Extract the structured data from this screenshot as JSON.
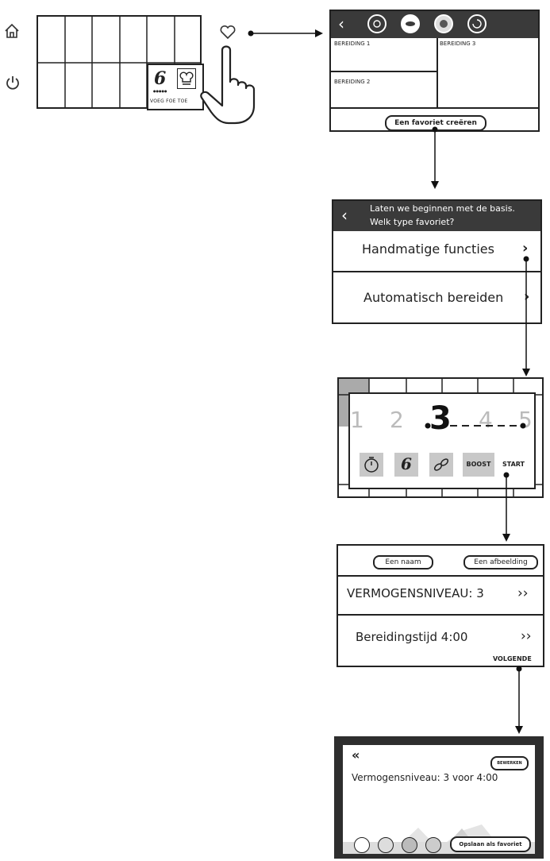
{
  "screen1": {
    "icon6_sub": "●●●●●",
    "cell_caption": "VOEG FOE TOE"
  },
  "screen2": {
    "cells": [
      "BEREIDING 1",
      "BEREIDING 3",
      "BEREIDING 2"
    ],
    "create_button": "Een favoriet creëren"
  },
  "screen3": {
    "header_line1": "Laten we beginnen met de basis.",
    "header_line2": "Welk type favoriet?",
    "options": [
      "Handmatige functies",
      "Automatisch bereiden"
    ]
  },
  "screen4": {
    "levels": [
      "1",
      "2",
      "3",
      "4",
      "5"
    ],
    "selected_level": "3",
    "boost_label": "BOOST",
    "start_label": "START"
  },
  "screen5": {
    "name_button": "Een naam",
    "image_button": "Een afbeelding",
    "power_row": "VERMOGENSNIVEAU: 3",
    "time_row": "Bereidingstijd 4:00",
    "row_chevrons": "››",
    "next_label": "VOLGENDE"
  },
  "screen6": {
    "back_glyph": "«",
    "edit_button": "BEWERKEN",
    "summary": "Vermogensniveau: 3 voor 4:00",
    "save_button": "Opslaan als favoriet"
  },
  "icons": [
    "home-icon",
    "power-icon",
    "heart-icon",
    "hand-pointer-icon",
    "chef-hat-icon",
    "timer-icon",
    "six-sense-icon",
    "chain-link-icon"
  ],
  "colors": {
    "dark_header": "#3a3a3a",
    "gray_tile": "#c8c8c8",
    "dark_frame": "#2e2e2e"
  }
}
